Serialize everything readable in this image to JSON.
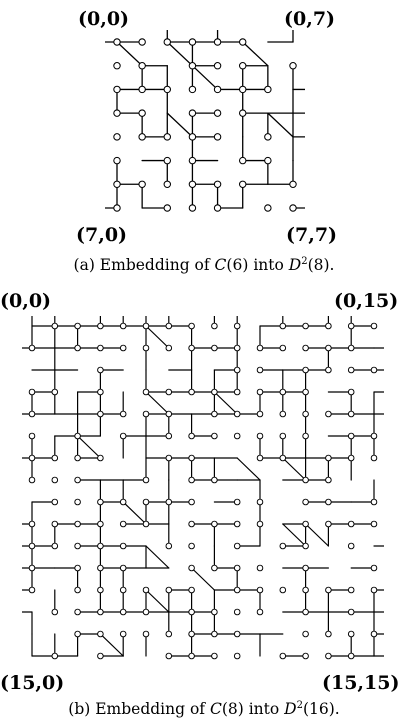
{
  "figure_a": {
    "corners": {
      "top_left": "(0,0)",
      "top_right": "(0,7)",
      "bottom_left": "(7,0)",
      "bottom_right": "(7,7)"
    },
    "caption": {
      "prefix": "(a) Embedding of ",
      "graph": "C",
      "graph_arg": "(6)",
      "mid": " into ",
      "host": "D",
      "host_exp": "2",
      "host_arg": "(8)."
    },
    "grid_size": 8
  },
  "figure_b": {
    "corners": {
      "top_left": "(0,0)",
      "top_right": "(0,15)",
      "bottom_left": "(15,0)",
      "bottom_right": "(15,15)"
    },
    "caption": {
      "prefix": "(b) Embedding of ",
      "graph": "C",
      "graph_arg": "(8)",
      "mid": " into ",
      "host": "D",
      "host_exp": "2",
      "host_arg": "(16)."
    },
    "grid_size": 16
  }
}
